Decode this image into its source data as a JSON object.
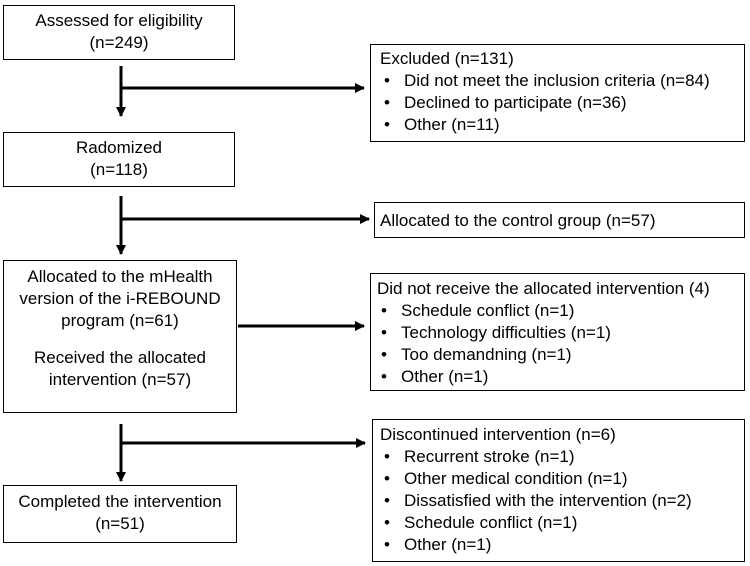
{
  "flowchart": {
    "assessed": {
      "line1": "Assessed for eligibility",
      "line2": "(n=249)"
    },
    "excluded": {
      "title": "Excluded (n=131)",
      "items": [
        "Did not meet the inclusion criteria (n=84)",
        "Declined to participate (n=36)",
        "Other (n=11)"
      ]
    },
    "randomized": {
      "line1": "Radomized",
      "line2": "(n=118)"
    },
    "control": {
      "text": "Allocated to the control group (n=57)"
    },
    "mhealth": {
      "line1": "Allocated to the mHealth",
      "line2": "version of the i-REBOUND",
      "line3": "program (n=61)",
      "line4": "Received the allocated",
      "line5": "intervention (n=57)"
    },
    "not_received": {
      "title": "Did not receive the allocated intervention (4)",
      "items": [
        "Schedule conflict (n=1)",
        "Technology difficulties (n=1)",
        "Too demandning (n=1)",
        "Other (n=1)"
      ]
    },
    "discontinued": {
      "title": "Discontinued intervention (n=6)",
      "items": [
        "Recurrent stroke (n=1)",
        "Other medical condition (n=1)",
        "Dissatisfied with the intervention (n=2)",
        "Schedule conflict (n=1)",
        "Other (n=1)"
      ]
    },
    "completed": {
      "line1": "Completed the intervention",
      "line2": "(n=51)"
    },
    "bullet_glyph": "•"
  }
}
